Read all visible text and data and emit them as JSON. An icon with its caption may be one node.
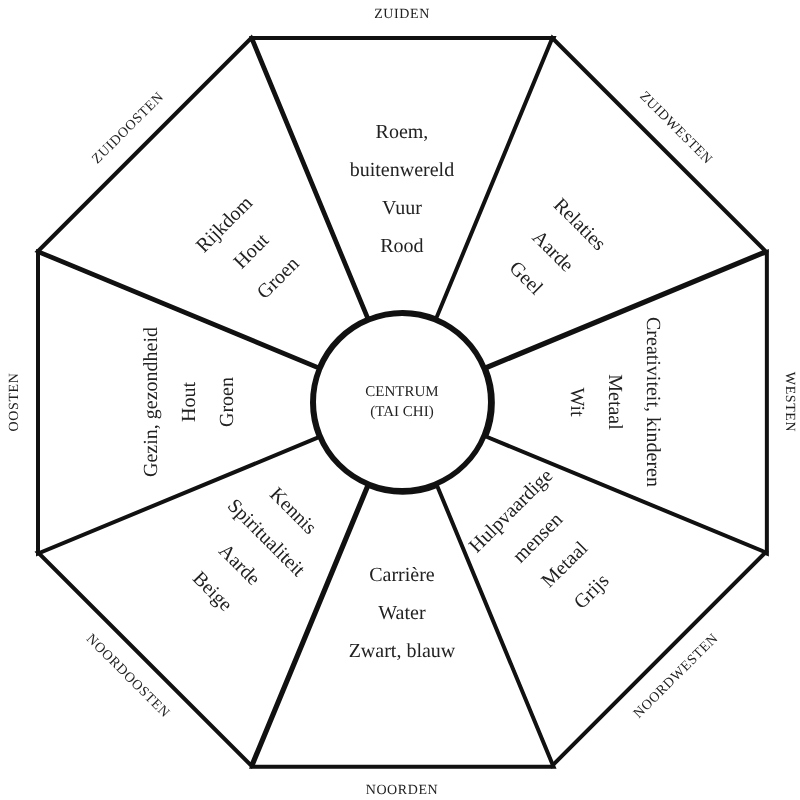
{
  "diagram": {
    "nodes": [
      {
        "text": [
          "Roem, buitenwereld",
          "Vuur",
          "Rood"
        ]
      },
      {
        "text": [
          "Relaties",
          "Aarde",
          "Geel"
        ]
      },
      {
        "text": [
          "Creativiteit, kinderen",
          "Metaal",
          "Wit"
        ]
      },
      {
        "text": [
          "Hulpvaardige mensen",
          "Metaal",
          "Grijs"
        ]
      },
      {
        "text": [
          "Carrière",
          "Water",
          "Zwart, blauw"
        ]
      },
      {
        "text": [
          "Kennis",
          "Spiritualiteit",
          "Aarde",
          "Beige"
        ]
      },
      {
        "text": [
          "Gezin, gezondheid",
          "Hout",
          "Groen"
        ]
      },
      {
        "text": [
          "Rijkdom",
          "Hout",
          "Groen"
        ]
      },
      {
        "text": [
          "CENTRUM (TAI CHI)"
        ]
      }
    ],
    "labels": [
      "ZUIDEN",
      "ZUIDWESTEN",
      "WESTEN",
      "NOORDWESTEN",
      "NOORDEN",
      "NOORDOOSTEN",
      "OOSTEN",
      "ZUIDOOSTEN"
    ]
  }
}
